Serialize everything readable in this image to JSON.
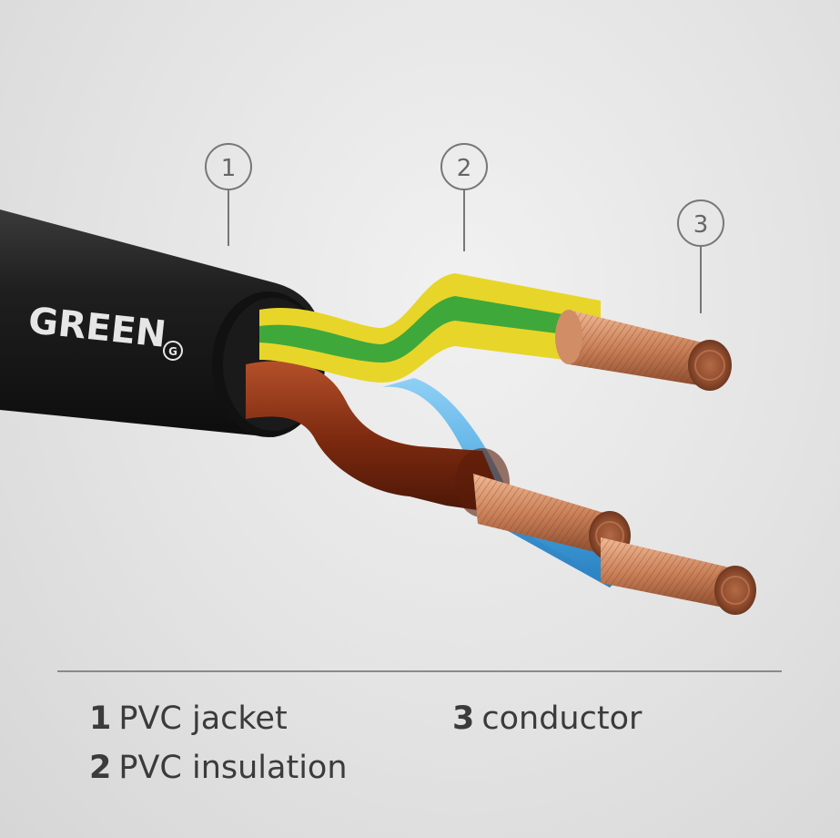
{
  "brand": {
    "logo_text": "GREEN",
    "logo_mark": "G"
  },
  "callouts": [
    {
      "number": "1"
    },
    {
      "number": "2"
    },
    {
      "number": "3"
    }
  ],
  "legend": [
    {
      "number": "1",
      "label": "PVC jacket"
    },
    {
      "number": "2",
      "label": "PVC insulation"
    },
    {
      "number": "3",
      "label": "conductor"
    }
  ],
  "colors": {
    "jacket": "#1c1c1c",
    "earth_yellow": "#e8d52a",
    "earth_green": "#3fa83a",
    "live_brown": "#7a2a12",
    "neutral_blue": "#4aa6df",
    "copper": "#c9825a"
  }
}
